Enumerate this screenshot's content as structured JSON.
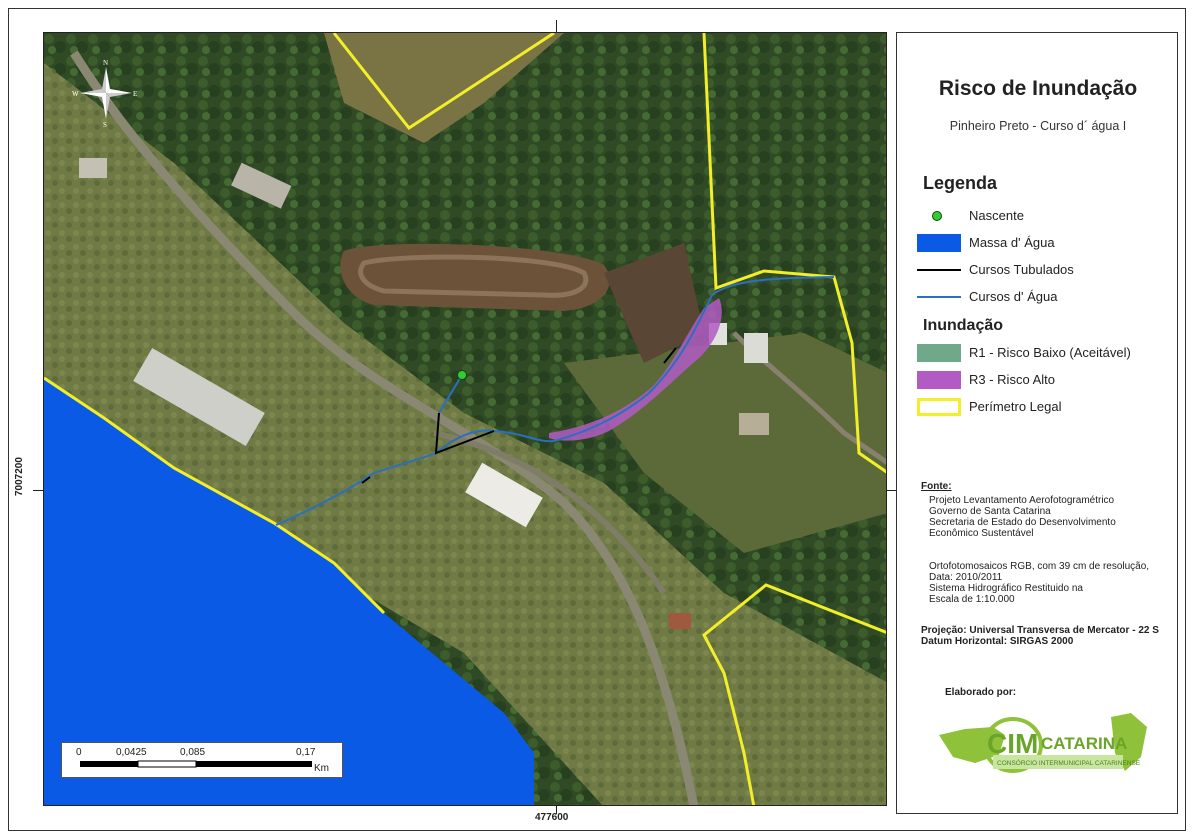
{
  "map": {
    "title": "Risco de Inundação",
    "subtitle": "Pinheiro Preto - Curso d´ água I",
    "coords": {
      "x_label": "477600",
      "y_label": "7007200"
    },
    "north_arrow": {
      "icon": "compass-rose-icon",
      "letters": [
        "N",
        "E",
        "S",
        "W"
      ]
    },
    "scale_bar": {
      "labels": [
        "0",
        "0,0425",
        "0,085",
        "0,17"
      ],
      "unit": "Km"
    }
  },
  "legend": {
    "heading": "Legenda",
    "items": [
      {
        "label": "Nascente",
        "icon": "spring-point-icon",
        "color": "#33cc33"
      },
      {
        "label": "Massa d' Água",
        "icon": "water-body-swatch",
        "color": "#0a5ae6"
      },
      {
        "label": "Cursos Tubulados",
        "icon": "piped-stream-line",
        "color": "#000000"
      },
      {
        "label": "Cursos d' Água",
        "icon": "stream-line",
        "color": "#2a6fc0"
      }
    ],
    "inundation_heading": "Inundação",
    "inundation_items": [
      {
        "label": "R1 - Risco Baixo (Aceitável)",
        "icon": "low-risk-swatch",
        "color": "#6fa989"
      },
      {
        "label": "R3 - Risco Alto",
        "icon": "high-risk-swatch",
        "color": "#b25bc4"
      },
      {
        "label": "Perímetro Legal",
        "icon": "legal-perimeter-swatch",
        "color": "#f2ee2a"
      }
    ]
  },
  "source": {
    "heading": "Fonte:",
    "lines": [
      "Projeto Levantamento Aerofotogramétrico",
      "Governo de Santa Catarina",
      "Secretaria de Estado do Desenvolvimento",
      "Econômico Sustentável",
      "",
      "Ortofotomosaicos RGB, com 39 cm de resolução,",
      "Data: 2010/2011",
      "Sistema Hidrográfico Restituido na",
      "Escala de 1:10.000"
    ],
    "projection": "Projeção: Universal Transversa de Mercator - 22 S",
    "datum": "Datum Horizontal: SIRGAS 2000"
  },
  "credits": {
    "made_by": "Elaborado por:",
    "logo_text_cim": "CIM",
    "logo_text_catarina": "CATARINA",
    "logo_tagline": "CONSÓRCIO INTERMUNICIPAL CATARINENSE"
  }
}
